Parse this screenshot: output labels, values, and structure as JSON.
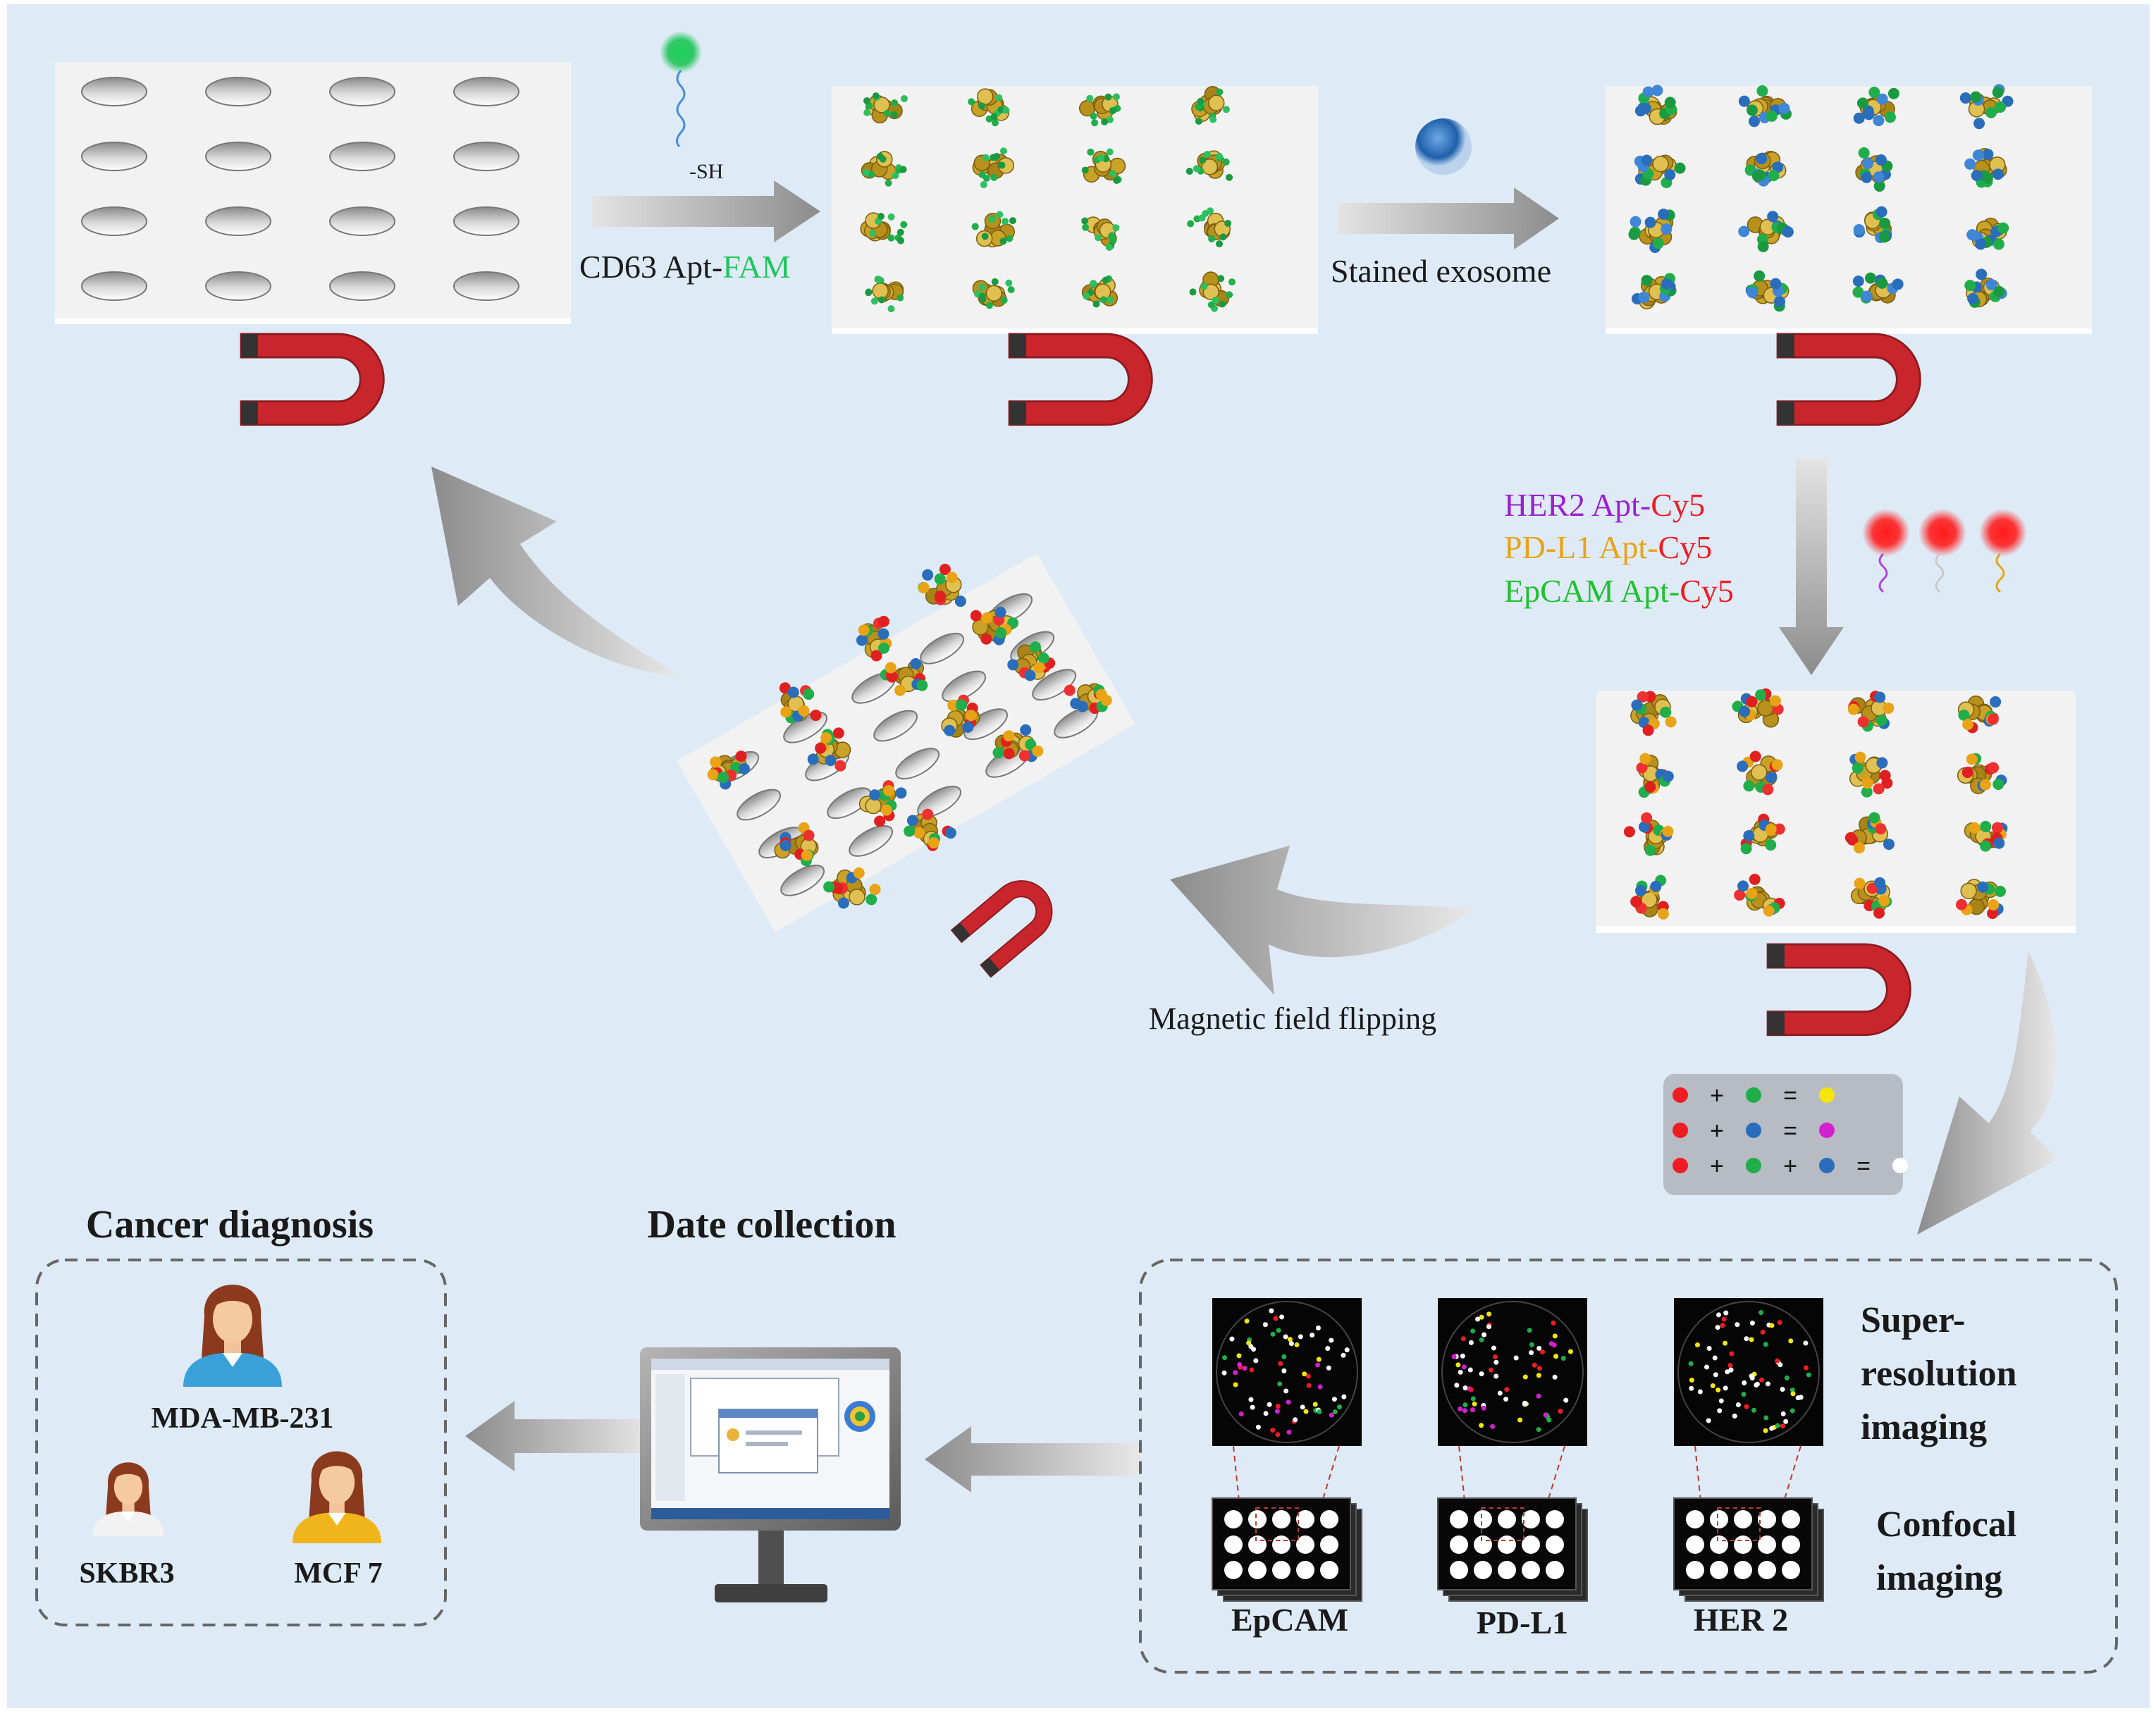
{
  "colors": {
    "background": "#deebf7",
    "plate": "#f2f2f2",
    "magnet_red": "#c9252c",
    "fam_green": "#22c55e",
    "cy5_red": "#ef1c24",
    "her2_purple": "#9b1fd0",
    "pdl1_gold": "#e8a317",
    "epcam_green": "#20c030",
    "arrow_gray": "#9a9a9a"
  },
  "step_labels": {
    "thiol": "-SH",
    "cd63_prefix": "CD63 Apt-",
    "cd63_suffix": "FAM",
    "stained": "Stained exosome",
    "flipping": "Magnetic field flipping"
  },
  "aptamers": [
    {
      "name": "HER2",
      "suffix": " Apt-",
      "dye": "Cy5",
      "color": "#9b1fd0"
    },
    {
      "name": "PD-L1",
      "suffix": " Apt-",
      "dye": "Cy5",
      "color": "#e8a317"
    },
    {
      "name": "EpCAM",
      "suffix": " Apt-",
      "dye": "Cy5",
      "color": "#20c030"
    }
  ],
  "legend": {
    "plus": "+",
    "equals": "="
  },
  "imaging": {
    "super_1": "Super-",
    "super_2": "resolution",
    "super_3": "imaging",
    "confocal_1": "Confocal",
    "confocal_2": "imaging",
    "markers": [
      "EpCAM",
      "PD-L1",
      "HER 2"
    ]
  },
  "data_collection_title": "Date collection",
  "diagnosis": {
    "title": "Cancer diagnosis",
    "cells": [
      "MDA-MB-231",
      "SKBR3",
      "MCF 7"
    ]
  }
}
